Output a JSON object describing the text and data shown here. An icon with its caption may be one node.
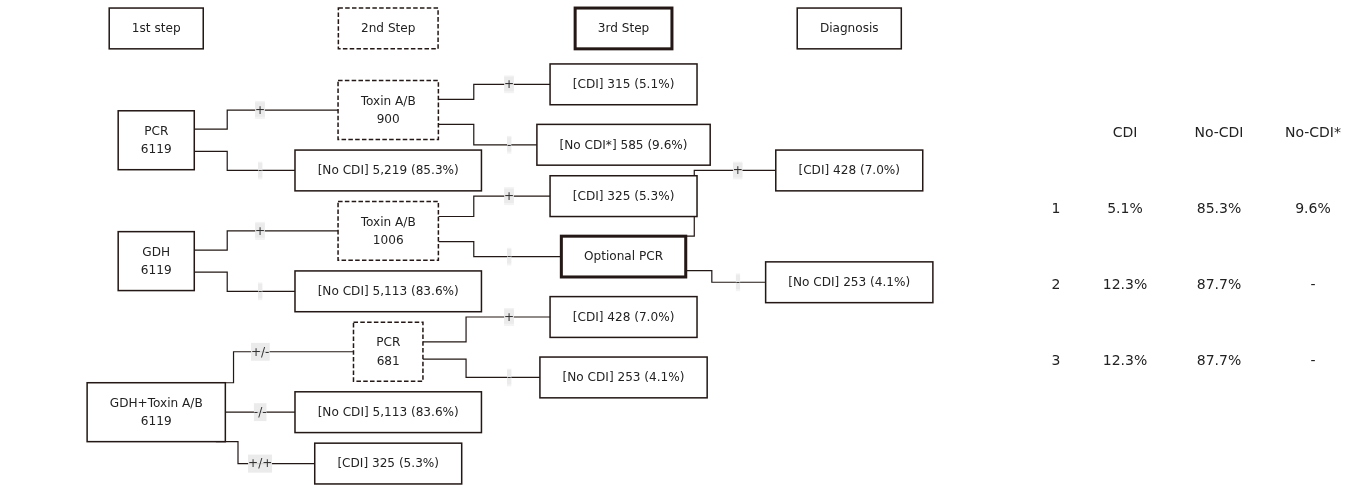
{
  "diagram": {
    "nodes": [
      {
        "text": [
          "1st step"
        ]
      },
      {
        "text": [
          "2nd Step"
        ]
      },
      {
        "text": [
          "3rd Step"
        ]
      },
      {
        "text": [
          "Diagnosis"
        ]
      },
      {
        "text": [
          "PCR",
          "6119"
        ]
      },
      {
        "text": [
          "Toxin A/B",
          "900"
        ]
      },
      {
        "text": [
          "[No CDI] 5,219 (85.3%)"
        ]
      },
      {
        "text": [
          "[CDI] 315 (5.1%)"
        ]
      },
      {
        "text": [
          "[No CDI*] 585 (9.6%)"
        ]
      },
      {
        "text": [
          "GDH",
          "6119"
        ]
      },
      {
        "text": [
          "Toxin A/B",
          "1006"
        ]
      },
      {
        "text": [
          "[No CDI] 5,113 (83.6%)"
        ]
      },
      {
        "text": [
          "[CDI] 325 (5.3%)"
        ]
      },
      {
        "text": [
          "Optional PCR"
        ]
      },
      {
        "text": [
          "[CDI] 428 (7.0%)"
        ]
      },
      {
        "text": [
          "[No CDI] 253 (4.1%)"
        ]
      },
      {
        "text": [
          "GDH+Toxin A/B",
          "6119"
        ]
      },
      {
        "text": [
          "PCR",
          "681"
        ]
      },
      {
        "text": [
          "[No CDI] 5,113 (83.6%)"
        ]
      },
      {
        "text": [
          "[CDI] 325 (5.3%)"
        ]
      },
      {
        "text": [
          "[CDI] 428 (7.0%)"
        ]
      },
      {
        "text": [
          "[No CDI] 253 (4.1%)"
        ]
      }
    ],
    "edges": [
      {
        "from": 4,
        "to": 5,
        "arrow": "none",
        "label": "+"
      },
      {
        "from": 4,
        "to": 6,
        "arrow": "none",
        "label": "-"
      },
      {
        "from": 5,
        "to": 7,
        "arrow": "none",
        "label": "+"
      },
      {
        "from": 5,
        "to": 8,
        "arrow": "none",
        "label": "-"
      },
      {
        "from": 9,
        "to": 10,
        "arrow": "none",
        "label": "+"
      },
      {
        "from": 9,
        "to": 11,
        "arrow": "none",
        "label": "-"
      },
      {
        "from": 10,
        "to": 12,
        "arrow": "none",
        "label": "+"
      },
      {
        "from": 10,
        "to": 13,
        "arrow": "none",
        "label": "-"
      },
      {
        "from": 13,
        "to": 14,
        "arrow": "none",
        "label": "+"
      },
      {
        "from": 13,
        "to": 15,
        "arrow": "none",
        "label": "-"
      },
      {
        "from": 16,
        "to": 17,
        "arrow": "none",
        "label": "+/-"
      },
      {
        "from": 16,
        "to": 18,
        "arrow": "none",
        "label": "-/-"
      },
      {
        "from": 16,
        "to": 19,
        "arrow": "none",
        "label": "+/+"
      },
      {
        "from": 17,
        "to": 20,
        "arrow": "none",
        "label": "+"
      },
      {
        "from": 17,
        "to": 21,
        "arrow": "none",
        "label": "-"
      }
    ],
    "labels": [
      "CDI",
      "No-CDI",
      "No-CDI*",
      "1",
      "5.1%",
      "85.3%",
      "9.6%",
      "2",
      "12.3%",
      "87.7%",
      "-",
      "3",
      "12.3%",
      "87.7%",
      "-"
    ]
  }
}
